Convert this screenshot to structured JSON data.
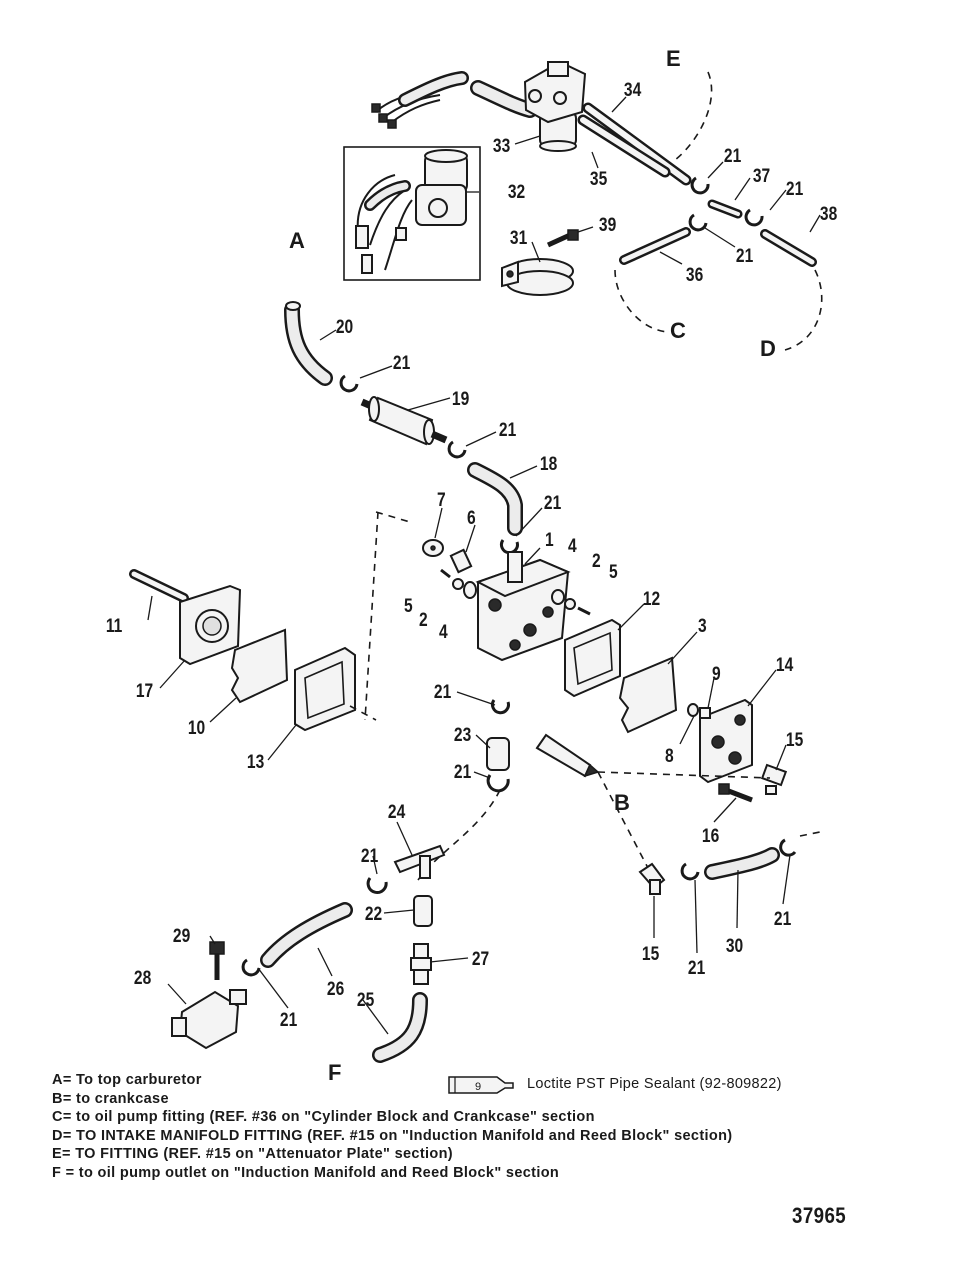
{
  "callouts": {
    "c1": "1",
    "c2a": "2",
    "c2b": "2",
    "c3": "3",
    "c4a": "4",
    "c4b": "4",
    "c5a": "5",
    "c5b": "5",
    "c6": "6",
    "c7": "7",
    "c8": "8",
    "c9": "9",
    "c10": "10",
    "c11": "11",
    "c12": "12",
    "c13": "13",
    "c14": "14",
    "c15a": "15",
    "c15b": "15",
    "c16": "16",
    "c17": "17",
    "c18": "18",
    "c19": "19",
    "c20": "20",
    "c21": "21",
    "c22": "22",
    "c23": "23",
    "c24": "24",
    "c25": "25",
    "c26": "26",
    "c27": "27",
    "c28": "28",
    "c29": "29",
    "c30": "30",
    "c31": "31",
    "c32": "32",
    "c33": "33",
    "c34": "34",
    "c35": "35",
    "c36": "36",
    "c37": "37",
    "c38": "38",
    "c39": "39"
  },
  "clamp_label": "21",
  "route_letters": {
    "A": "A",
    "B": "B",
    "C": "C",
    "D": "D",
    "E": "E",
    "F": "F"
  },
  "legend": [
    "A= To top carburetor",
    "B= to crankcase",
    "C= to oil pump fitting (REF. #36 on \"Cylinder Block and Crankcase\" section",
    "D= TO INTAKE MANIFOLD FITTING (REF. #15 on \"Induction Manifold and Reed Block\" section)",
    "E= TO FITTING (REF. #15 on \"Attenuator Plate\" section)",
    "F = to oil pump outlet on \"Induction Manifold and Reed Block\" section"
  ],
  "sealant": {
    "tube_mark": "9",
    "label": "Loctite PST Pipe Sealant (92-809822)"
  },
  "figure_number": "37965"
}
